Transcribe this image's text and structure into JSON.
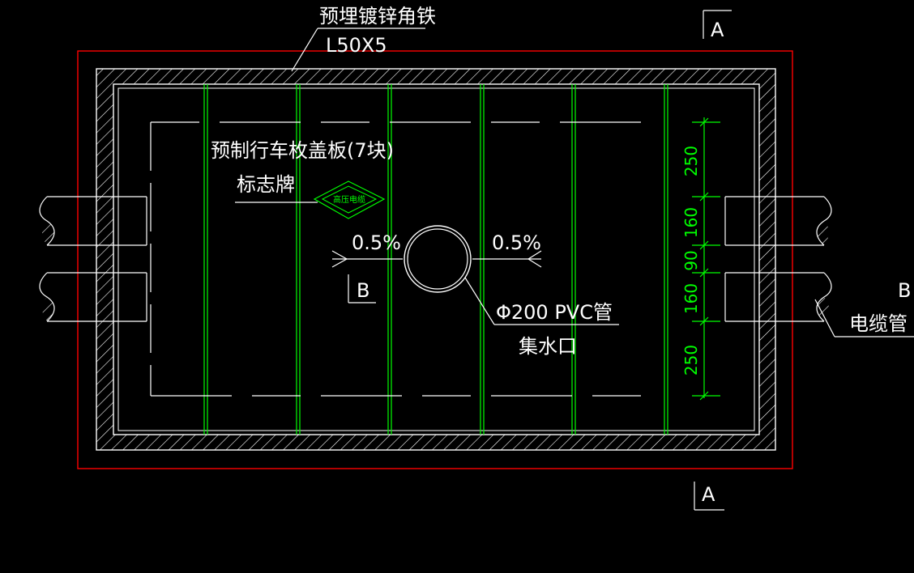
{
  "colors": {
    "background": "#000000",
    "outline": "#ff0000",
    "structure": "#ffffff",
    "cover_plate": "#00ff00",
    "sign": "#00ff00",
    "dimension": "#00ff00",
    "leader": "#ffffff"
  },
  "labels": {
    "angle_iron_title": "预埋镀锌角铁",
    "angle_iron_spec": "L50X5",
    "cover_plate": "预制行车枚盖板(7块)",
    "sign_label": "标志牌",
    "sign_text": "高压电缆",
    "slope_left": "0.5%",
    "slope_right": "0.5%",
    "pipe_spec": "Φ200 PVC管",
    "pipe_desc": "集水口",
    "cable_pipe": "电缆管"
  },
  "section_marks": {
    "a_top": "A",
    "a_bottom": "A",
    "b_left": "B",
    "b_right": "B"
  },
  "dimensions": [
    "250",
    "160",
    "90",
    "160",
    "250"
  ],
  "cover_plate_count": 7
}
